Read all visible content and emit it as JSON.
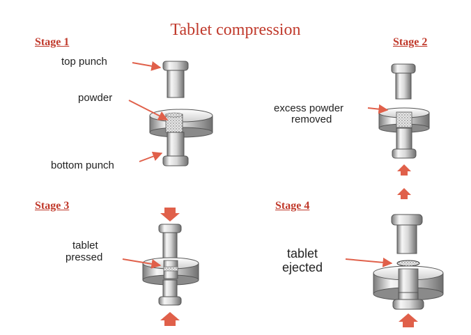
{
  "title": "Tablet compression",
  "colors": {
    "title": "#c0392b",
    "arrow": "#e0604a",
    "steel_light": "#f4f4f4",
    "steel_mid": "#bdbdbd",
    "steel_dark": "#555555"
  },
  "stages": [
    {
      "label": "Stage 1",
      "labels": {
        "top_punch": "top punch",
        "powder": "powder",
        "bottom_punch": "bottom punch"
      }
    },
    {
      "label": "Stage 2",
      "labels": {
        "excess_1": "excess powder",
        "excess_2": "removed"
      }
    },
    {
      "label": "Stage 3",
      "labels": {
        "tablet_1": "tablet",
        "tablet_2": "pressed"
      }
    },
    {
      "label": "Stage 4",
      "labels": {
        "ejected_1": "tablet",
        "ejected_2": "ejected"
      }
    }
  ]
}
